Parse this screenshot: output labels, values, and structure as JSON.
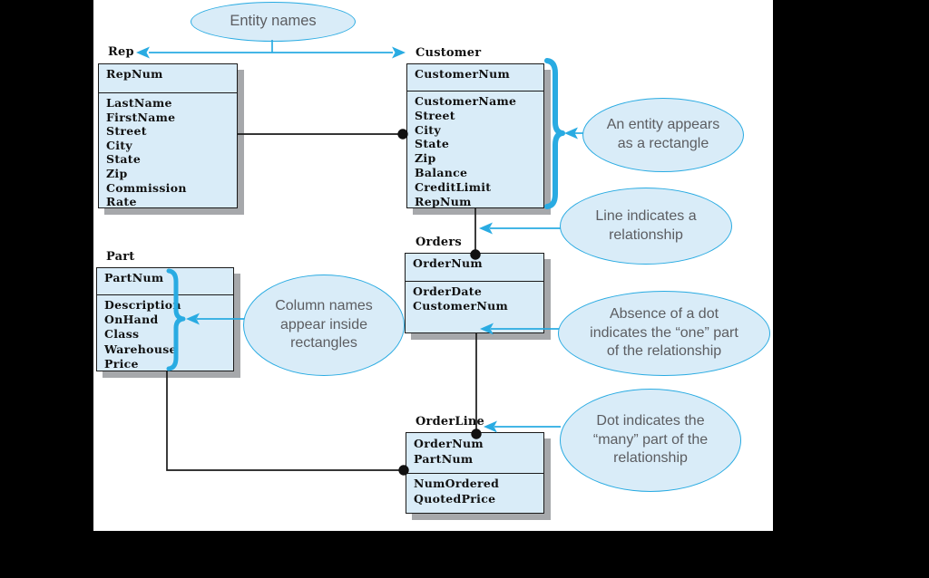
{
  "colors": {
    "accent_blue": "#29abe2",
    "box_fill": "#d9ecf8",
    "shadow_gray": "#a6a8ab",
    "callout_text": "#5c5d61",
    "line_black": "#1a1a1a"
  },
  "entities": {
    "rep": {
      "title": "Rep",
      "keys": [
        "RepNum"
      ],
      "columns": [
        "LastName",
        "FirstName",
        "Street",
        "City",
        "State",
        "Zip",
        "Commission",
        "Rate"
      ]
    },
    "customer": {
      "title": "Customer",
      "keys": [
        "CustomerNum"
      ],
      "columns": [
        "CustomerName",
        "Street",
        "City",
        "State",
        "Zip",
        "Balance",
        "CreditLimit",
        "RepNum"
      ]
    },
    "part": {
      "title": "Part",
      "keys": [
        "PartNum"
      ],
      "columns": [
        "Description",
        "OnHand",
        "Class",
        "Warehouse",
        "Price"
      ]
    },
    "orders": {
      "title": "Orders",
      "keys": [
        "OrderNum"
      ],
      "columns": [
        "OrderDate",
        "CustomerNum"
      ]
    },
    "orderline": {
      "title": "OrderLine",
      "keys": [
        "OrderNum",
        "PartNum"
      ],
      "columns": [
        "NumOrdered",
        "QuotedPrice"
      ]
    }
  },
  "callouts": {
    "entity_names": [
      "Entity names"
    ],
    "entity_rectangle": [
      "An entity appears",
      "as a rectangle"
    ],
    "line_relationship": [
      "Line indicates a",
      "relationship"
    ],
    "one_part": [
      "Absence of a dot",
      "indicates the “one” part",
      "of the relationship"
    ],
    "column_names": [
      "Column names",
      "appear inside",
      "rectangles"
    ],
    "many_part": [
      "Dot indicates the",
      "“many” part of the",
      "relationship"
    ]
  }
}
